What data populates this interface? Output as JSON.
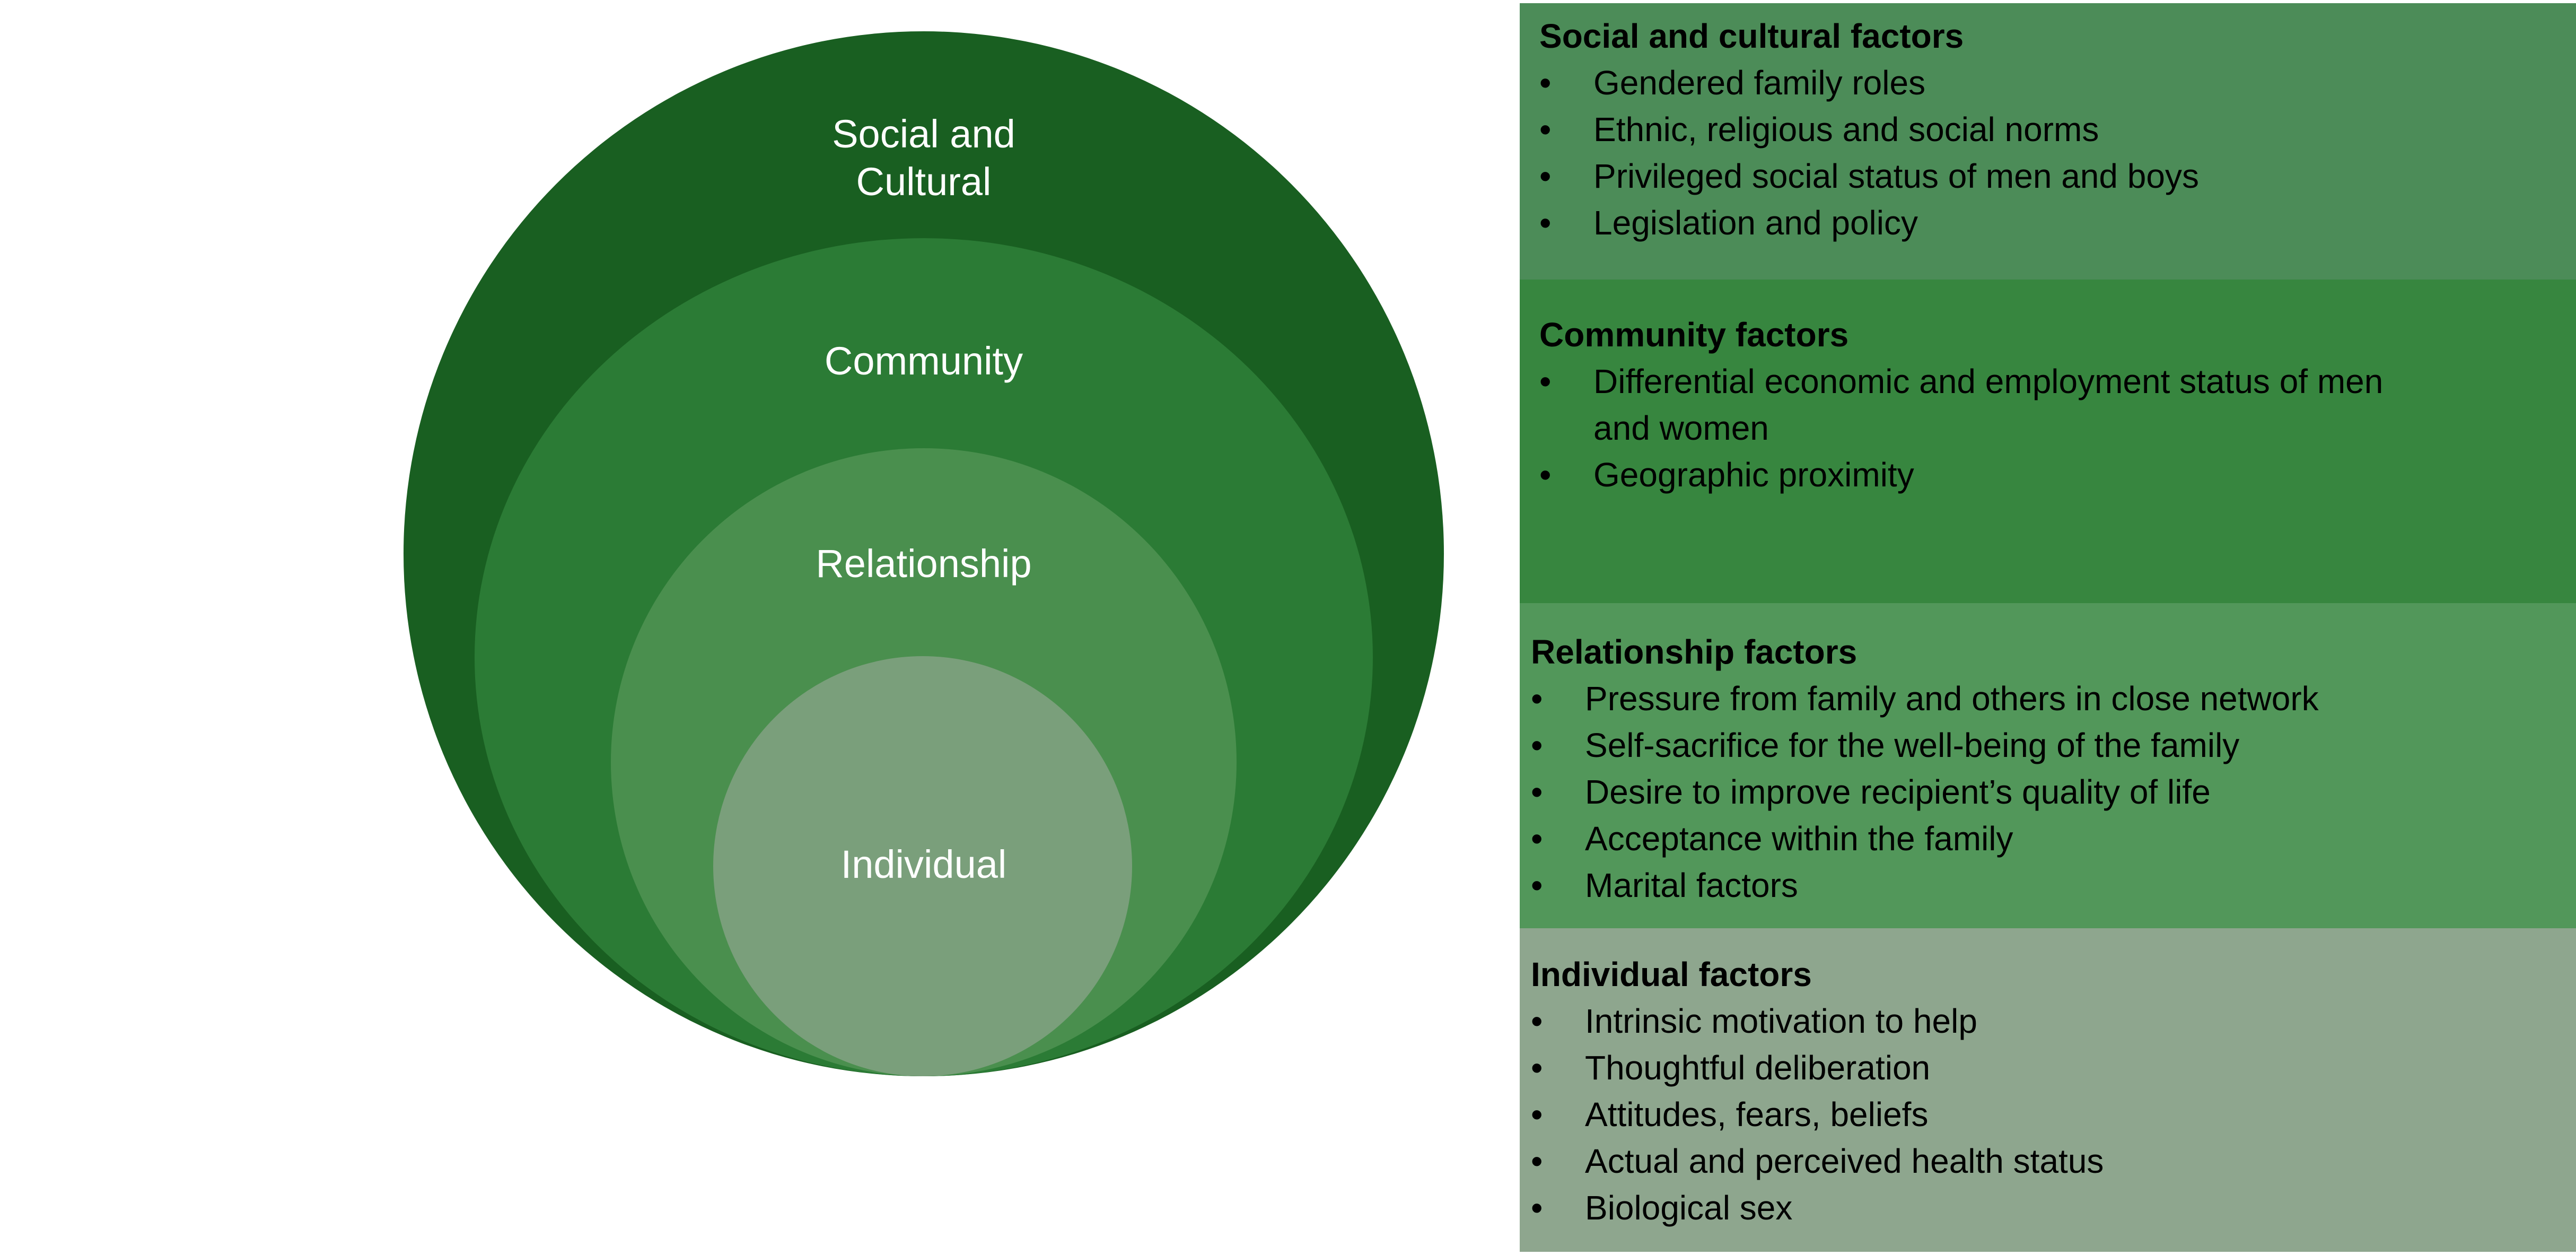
{
  "rings": [
    {
      "id": "social",
      "label_lines": [
        "Social and",
        "Cultural"
      ],
      "color": "#195f21"
    },
    {
      "id": "community",
      "label_lines": [
        "Community"
      ],
      "color": "#2b7b35"
    },
    {
      "id": "relationship",
      "label_lines": [
        "Relationship"
      ],
      "color": "#4a8f4e"
    },
    {
      "id": "individual",
      "label_lines": [
        "Individual"
      ],
      "color": "#7a9f7b"
    }
  ],
  "panels": {
    "social": {
      "title": "Social and cultural factors",
      "color": "#4c8c58",
      "items": [
        "Gendered family roles",
        "Ethnic, religious and social norms",
        "Privileged social status of men and boys",
        "Legislation and policy"
      ]
    },
    "community": {
      "title": "Community factors",
      "color": "#37863f",
      "items": [
        "Differential economic and employment status of men and women",
        "Geographic proximity"
      ]
    },
    "relationship": {
      "title": "Relationship factors",
      "color": "#52975a",
      "items": [
        "Pressure from family and others in close network",
        "Self-sacrifice for the well-being of the family",
        "Desire to improve recipient’s quality of life",
        "Acceptance within the family",
        "Marital factors"
      ]
    },
    "individual": {
      "title": "Individual factors",
      "color": "#8ea68e",
      "items": [
        "Intrinsic motivation to help",
        "Thoughtful deliberation",
        "Attitudes, fears, beliefs",
        "Actual and perceived health status",
        "Biological sex"
      ]
    }
  },
  "bullet": "•"
}
